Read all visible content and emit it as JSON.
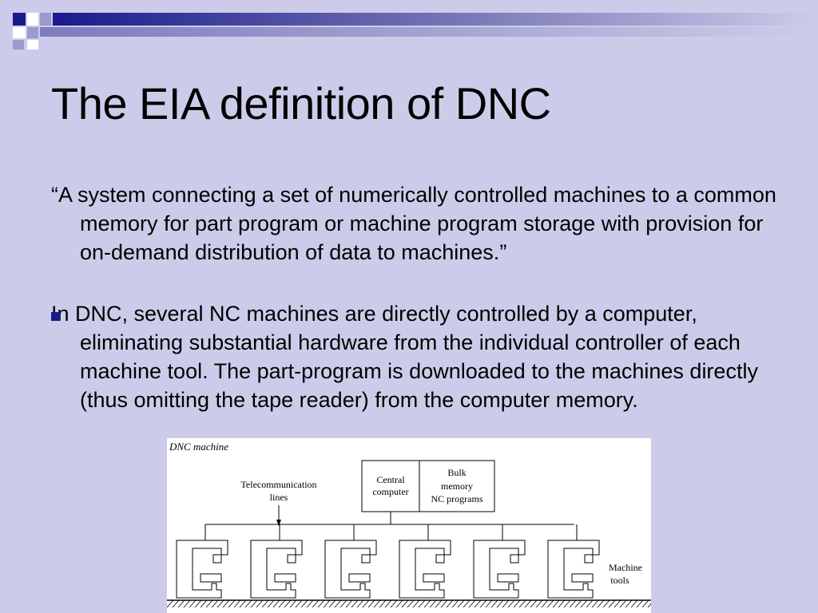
{
  "slide": {
    "title": "The EIA definition of DNC",
    "quote": "“A system connecting a set of numerically controlled machines to a common memory for part program or machine program storage with provision for on-demand distribution of data to machines.”",
    "bullet": "In DNC, several NC machines are directly controlled by a computer, eliminating substantial hardware from the individual controller of each machine tool.  The part-program is downloaded to the machines directly (thus omitting the tape reader) from the computer memory.",
    "colors": {
      "background": "#ccccea",
      "bullet": "#1a1a8c",
      "accent_dark": "#1a1a8c"
    }
  },
  "figure": {
    "caption": "DNC machine",
    "telecom_label_1": "Telecommunication",
    "telecom_label_2": "lines",
    "central_1": "Central",
    "central_2": "computer",
    "bulk_1": "Bulk",
    "bulk_2": "memory",
    "bulk_3": "NC programs",
    "tools_1": "Machine",
    "tools_2": "tools",
    "machine_count": 6
  }
}
